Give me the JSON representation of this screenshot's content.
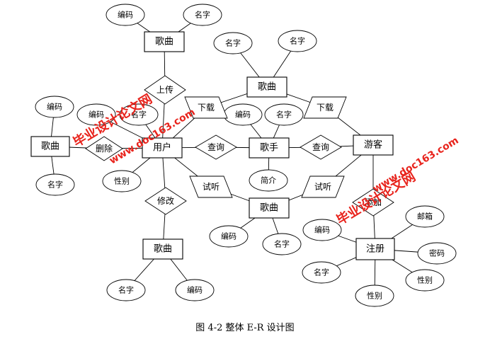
{
  "diagram": {
    "caption": "图 4-2 整体 E-R 设计图",
    "entities": [
      {
        "id": "e_song_top",
        "label": "歌曲"
      },
      {
        "id": "e_song_mid",
        "label": "歌曲"
      },
      {
        "id": "e_song_left",
        "label": "歌曲"
      },
      {
        "id": "e_user",
        "label": "用户"
      },
      {
        "id": "e_singer",
        "label": "歌手"
      },
      {
        "id": "e_visitor",
        "label": "游客"
      },
      {
        "id": "e_song_low",
        "label": "歌曲"
      },
      {
        "id": "e_song_bot",
        "label": "歌曲"
      },
      {
        "id": "e_register",
        "label": "注册"
      }
    ],
    "relationships": [
      {
        "id": "r_upload",
        "label": "上传"
      },
      {
        "id": "r_dl_left",
        "label": "下载"
      },
      {
        "id": "r_dl_right",
        "label": "下载"
      },
      {
        "id": "r_delete",
        "label": "删除"
      },
      {
        "id": "r_query_left",
        "label": "查询"
      },
      {
        "id": "r_query_right",
        "label": "查询"
      },
      {
        "id": "r_listen_left",
        "label": "试听"
      },
      {
        "id": "r_listen_right",
        "label": "试听"
      },
      {
        "id": "r_modify",
        "label": "修改"
      },
      {
        "id": "r_add",
        "label": "添加"
      }
    ],
    "attributes": [
      {
        "id": "a1",
        "label": "编码"
      },
      {
        "id": "a2",
        "label": "名字"
      },
      {
        "id": "a3",
        "label": "名字"
      },
      {
        "id": "a4",
        "label": "名字"
      },
      {
        "id": "a5",
        "label": "编码"
      },
      {
        "id": "a6",
        "label": "编码"
      },
      {
        "id": "a7",
        "label": "名字"
      },
      {
        "id": "a8",
        "label": "编码"
      },
      {
        "id": "a9",
        "label": "名字"
      },
      {
        "id": "a10",
        "label": "名字"
      },
      {
        "id": "a11",
        "label": "性别"
      },
      {
        "id": "a12",
        "label": "简介"
      },
      {
        "id": "a13",
        "label": "编码"
      },
      {
        "id": "a14",
        "label": "名字"
      },
      {
        "id": "a15",
        "label": "编码"
      },
      {
        "id": "a16",
        "label": "名字"
      },
      {
        "id": "a17",
        "label": "编码"
      },
      {
        "id": "a18",
        "label": "邮箱"
      },
      {
        "id": "a19",
        "label": "密码"
      },
      {
        "id": "a20",
        "label": "名字"
      },
      {
        "id": "a21",
        "label": "性别"
      },
      {
        "id": "a22",
        "label": "性别"
      }
    ],
    "watermarks": [
      {
        "id": "wm1a",
        "label": "毕业设计论文网"
      },
      {
        "id": "wm1b",
        "label": "www.doc163.com"
      },
      {
        "id": "wm2a",
        "label": "毕业设计论文网"
      },
      {
        "id": "wm2b",
        "label": "www.doc163.com"
      }
    ]
  }
}
